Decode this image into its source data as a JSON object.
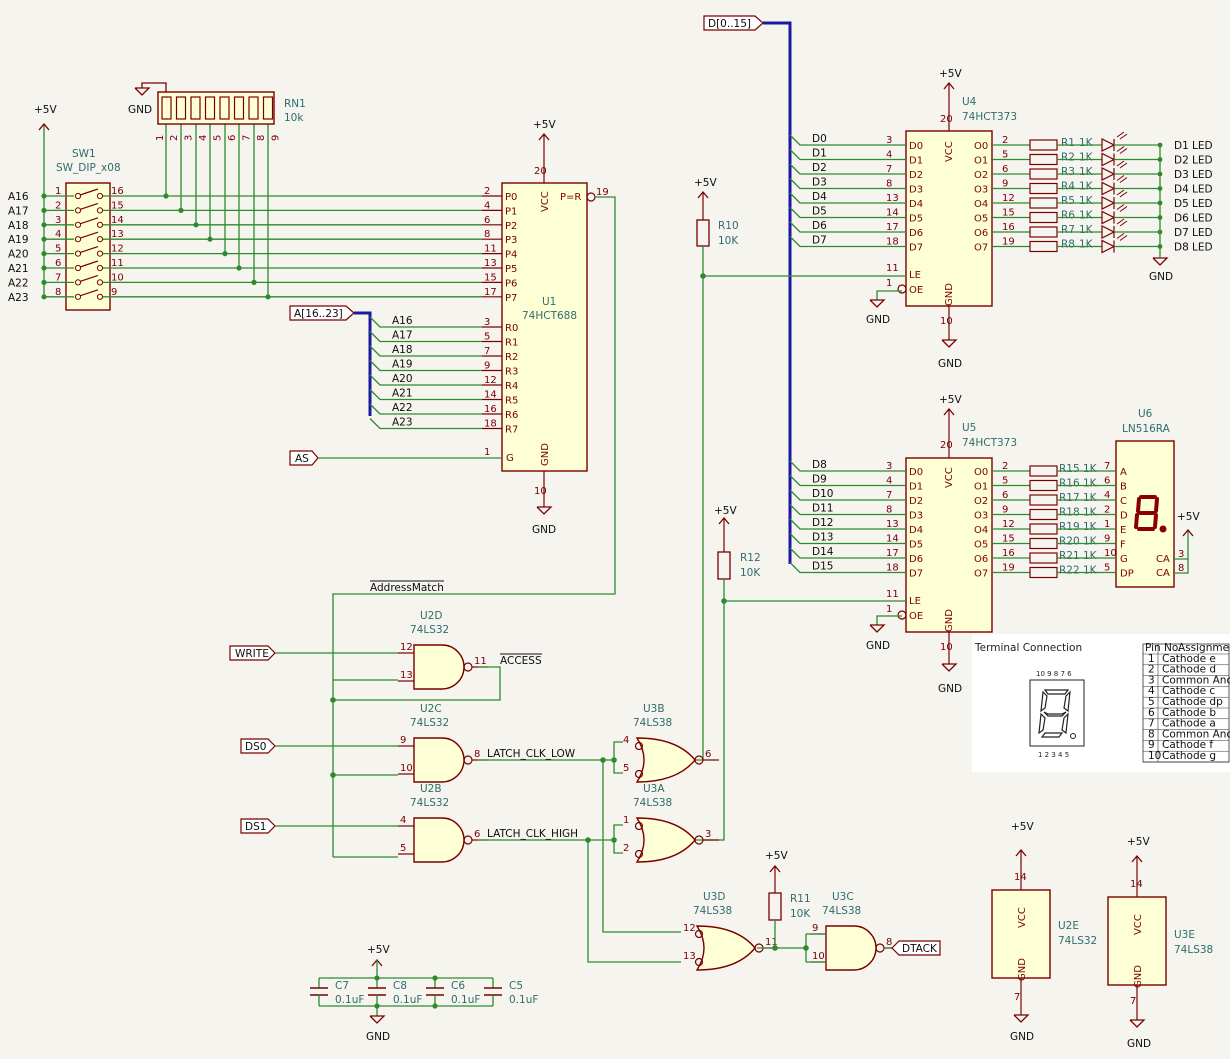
{
  "power": {
    "p5v": "+5V",
    "vcc": "VCC",
    "gnd": "GND"
  },
  "global_labels": {
    "addr_bus": "A[16..23]",
    "data_bus": "D[0..15]",
    "as": "AS",
    "write": "WRITE",
    "ds0": "DS0",
    "ds1": "DS1",
    "dtack": "DTACK"
  },
  "nets": {
    "address_match": "AddressMatch",
    "access": "ACCESS",
    "latch_low": "LATCH_CLK_LOW",
    "latch_high": "LATCH_CLK_HIGH"
  },
  "sw1": {
    "ref": "SW1",
    "value": "SW_DIP_x08",
    "labels": [
      "A16",
      "A17",
      "A18",
      "A19",
      "A20",
      "A21",
      "A22",
      "A23"
    ],
    "left_pins": [
      "1",
      "2",
      "3",
      "4",
      "5",
      "6",
      "7",
      "8"
    ],
    "right_pins": [
      "16",
      "15",
      "14",
      "13",
      "12",
      "11",
      "10",
      "9"
    ]
  },
  "rn1": {
    "ref": "RN1",
    "value": "10k",
    "pins": [
      "1",
      "2",
      "3",
      "4",
      "5",
      "6",
      "7",
      "8",
      "9"
    ]
  },
  "u1": {
    "ref": "U1",
    "value": "74HCT688",
    "vcc_pin": "20",
    "gnd_pin": "10",
    "out": "P=R",
    "out_pin": "19",
    "g": "G",
    "g_pin": "1",
    "p_names": [
      "P0",
      "P1",
      "P2",
      "P3",
      "P4",
      "P5",
      "P6",
      "P7"
    ],
    "p_pins": [
      "2",
      "4",
      "6",
      "8",
      "11",
      "13",
      "15",
      "17"
    ],
    "r_names": [
      "R0",
      "R1",
      "R2",
      "R3",
      "R4",
      "R5",
      "R6",
      "R7"
    ],
    "r_pins": [
      "3",
      "5",
      "7",
      "9",
      "12",
      "14",
      "16",
      "18"
    ],
    "a_nets": [
      "A16",
      "A17",
      "A18",
      "A19",
      "A20",
      "A21",
      "A22",
      "A23"
    ]
  },
  "u4": {
    "ref": "U4",
    "value": "74HCT373",
    "vcc_pin": "20",
    "gnd_pin": "10",
    "le": "LE",
    "le_pin": "11",
    "oe": "OE",
    "oe_pin": "1",
    "d_names": [
      "D0",
      "D1",
      "D2",
      "D3",
      "D4",
      "D5",
      "D6",
      "D7"
    ],
    "d_pins": [
      "3",
      "4",
      "7",
      "8",
      "13",
      "14",
      "17",
      "18"
    ],
    "o_names": [
      "O0",
      "O1",
      "O2",
      "O3",
      "O4",
      "O5",
      "O6",
      "O7"
    ],
    "o_pins": [
      "2",
      "5",
      "6",
      "9",
      "12",
      "15",
      "16",
      "19"
    ],
    "nets": [
      "D0",
      "D1",
      "D2",
      "D3",
      "D4",
      "D5",
      "D6",
      "D7"
    ]
  },
  "u5": {
    "ref": "U5",
    "value": "74HCT373",
    "nets": [
      "D8",
      "D9",
      "D10",
      "D11",
      "D12",
      "D13",
      "D14",
      "D15"
    ]
  },
  "leds": {
    "resistors": [
      "R1",
      "R2",
      "R3",
      "R4",
      "R5",
      "R6",
      "R7",
      "R8"
    ],
    "value": "1K",
    "names": [
      "D1",
      "D2",
      "D3",
      "D4",
      "D5",
      "D6",
      "D7",
      "D8"
    ],
    "suffix": "LED"
  },
  "u6": {
    "ref": "U6",
    "value": "LN516RA",
    "res": [
      "R15",
      "R16",
      "R17",
      "R18",
      "R19",
      "R20",
      "R21",
      "R22"
    ],
    "value_r": "1K",
    "seg": [
      "A",
      "B",
      "C",
      "D",
      "E",
      "F",
      "G",
      "DP"
    ],
    "seg_pins": [
      "7",
      "6",
      "4",
      "2",
      "1",
      "9",
      "10",
      "5"
    ],
    "ca": "CA",
    "ca_pins": [
      "3",
      "8"
    ]
  },
  "r10": {
    "ref": "R10",
    "value": "10K"
  },
  "r11": {
    "ref": "R11",
    "value": "10K"
  },
  "r12": {
    "ref": "R12",
    "value": "10K"
  },
  "u2d": {
    "ref": "U2D",
    "value": "74LS32",
    "pins": [
      "12",
      "13",
      "11"
    ]
  },
  "u2c": {
    "ref": "U2C",
    "value": "74LS32",
    "pins": [
      "9",
      "10",
      "8"
    ]
  },
  "u2b": {
    "ref": "U2B",
    "value": "74LS32",
    "pins": [
      "4",
      "5",
      "6"
    ]
  },
  "u3b": {
    "ref": "U3B",
    "value": "74LS38",
    "pins": [
      "4",
      "5",
      "6"
    ]
  },
  "u3a": {
    "ref": "U3A",
    "value": "74LS38",
    "pins": [
      "1",
      "2",
      "3"
    ]
  },
  "u3d": {
    "ref": "U3D",
    "value": "74LS38",
    "pins": [
      "12",
      "13",
      "11"
    ]
  },
  "u3c": {
    "ref": "U3C",
    "value": "74LS38",
    "pins": [
      "9",
      "10",
      "8"
    ]
  },
  "u2e": {
    "ref": "U2E",
    "value": "74LS32",
    "vcc_pin": "14",
    "gnd_pin": "7"
  },
  "u3e": {
    "ref": "U3E",
    "value": "74LS38",
    "vcc_pin": "14",
    "gnd_pin": "7"
  },
  "caps": [
    {
      "ref": "C7",
      "value": "0.1uF"
    },
    {
      "ref": "C8",
      "value": "0.1uF"
    },
    {
      "ref": "C6",
      "value": "0.1uF"
    },
    {
      "ref": "C5",
      "value": "0.1uF"
    }
  ],
  "terminal": {
    "title": "Terminal Connection",
    "top_pins": "10 9 8 7 6",
    "bottom_pins": "1 2 3 4 5",
    "col_pin": "Pin No.",
    "col_assign": "Assignment",
    "rows": [
      [
        "1",
        "Cathode e"
      ],
      [
        "2",
        "Cathode d"
      ],
      [
        "3",
        "Common Anode"
      ],
      [
        "4",
        "Cathode c"
      ],
      [
        "5",
        "Cathode dp"
      ],
      [
        "6",
        "Cathode b"
      ],
      [
        "7",
        "Cathode a"
      ],
      [
        "8",
        "Common Anode"
      ],
      [
        "9",
        "Cathode f"
      ],
      [
        "10",
        "Cathode g"
      ]
    ]
  }
}
